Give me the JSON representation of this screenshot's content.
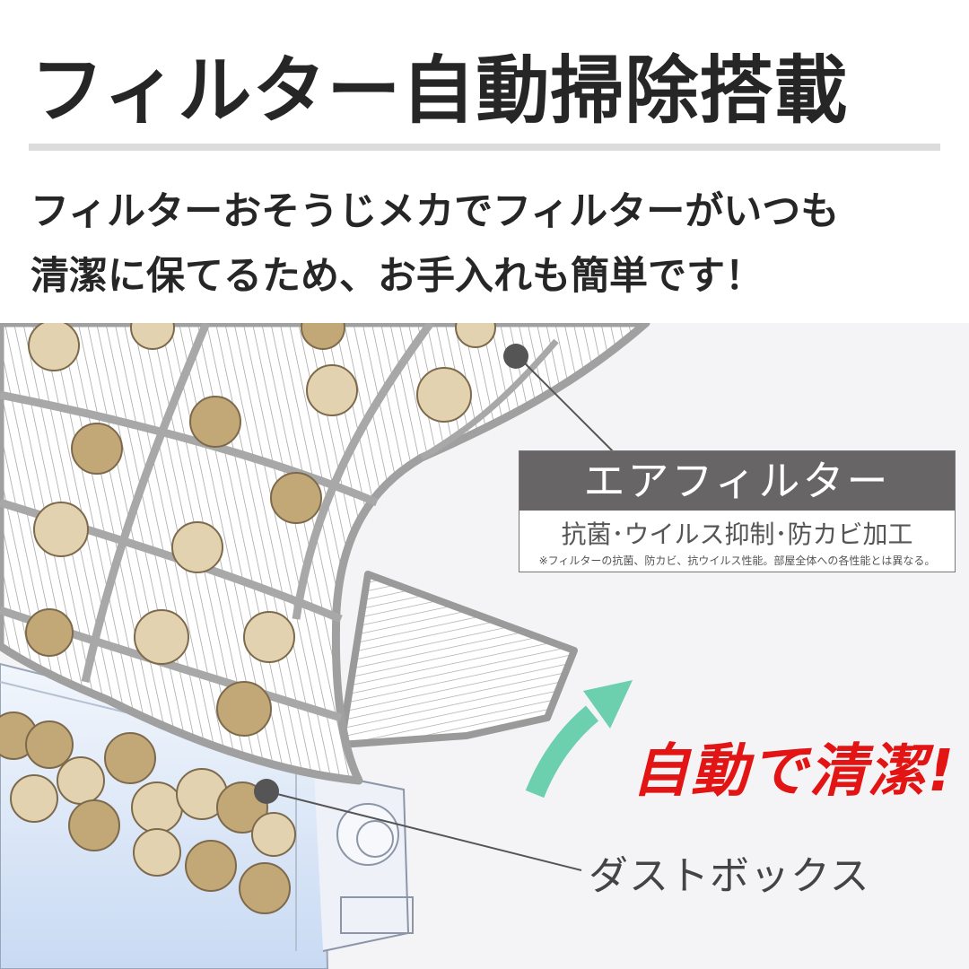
{
  "header": {
    "title": "フィルター自動掃除搭載",
    "description_lines": [
      "フィルターおそうじメカでフィルターがいつも",
      "清潔に保てるため、お手入れも簡単です！"
    ]
  },
  "air_filter_label": {
    "title": "エアフィルター",
    "features": "抗菌･ウイルス抑制･防カビ加工",
    "note": "※フィルターの抗菌、防カビ、抗ウイルス性能。部屋全体への各性能とは異なる。"
  },
  "auto_clean_text": "自動で清潔!",
  "dust_box_label": "ダストボックス",
  "colors": {
    "title_text": "#262626",
    "label_header_bg": "#676565",
    "accent_red": "#e21414",
    "arrow_green": "#6ccfae",
    "dust_light": "#e3d2af",
    "dust_dark": "#c2a777",
    "illustration_bg": "#f4f4f6"
  },
  "icons": {
    "arrow": "curved-up-arrow-icon",
    "pointer": "leader-dot-icon"
  }
}
